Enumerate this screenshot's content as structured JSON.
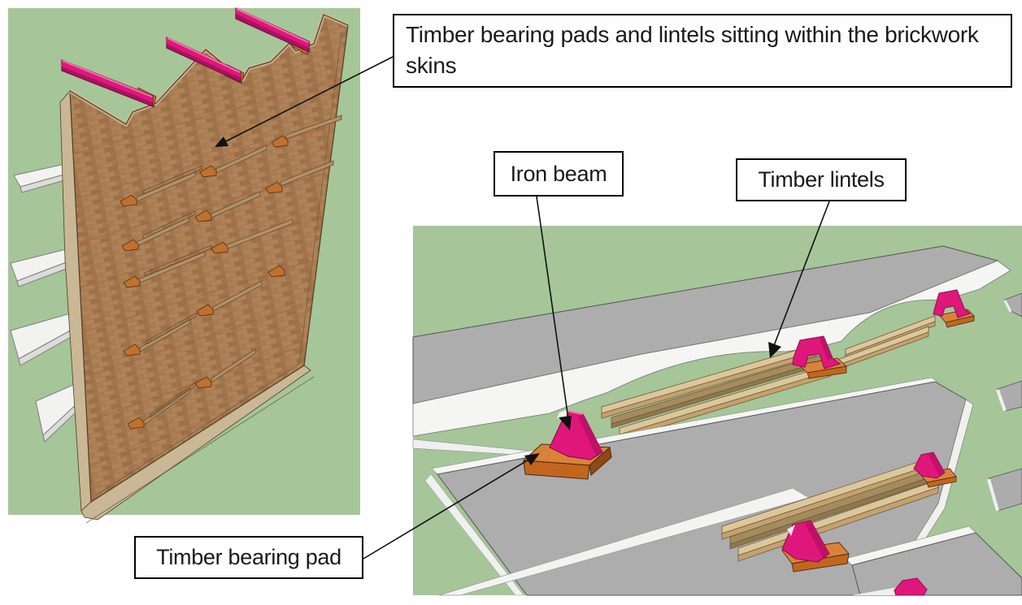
{
  "labels": {
    "wall_callout": "Timber bearing pads and lintels sitting within the brickwork skins",
    "iron_beam": "Iron beam",
    "timber_lintels": "Timber lintels",
    "timber_bearing_pad": "Timber bearing pad"
  },
  "colors": {
    "page_background": "#ffffff",
    "model_green": "#a6c599",
    "slab_gray": "#adadad",
    "slab_white": "#f5f5f4",
    "iron_beam_pink": "#e0177b",
    "iron_beam_pink_dark": "#c01168",
    "bearing_pad_orange": "#c2661f",
    "bearing_pad_orange_light": "#d9823b",
    "timber_tan": "#dcc79c",
    "timber_tan_dark": "#a58b5d",
    "brick_brown": "#a5784f",
    "wall_edge_tan": "#c9b795",
    "label_border": "#000000",
    "label_text": "#1a1a1a",
    "leader_line": "#111111"
  }
}
